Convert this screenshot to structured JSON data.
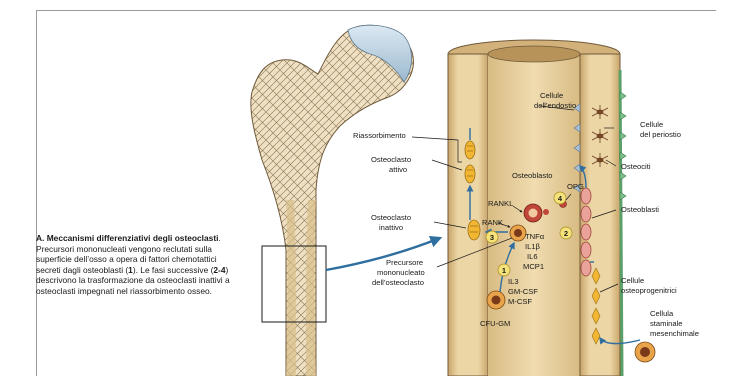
{
  "caption": {
    "heading": "A. Meccanismi differenziativi degli osteoclasti",
    "body_1": ". Precursori mononucleati vengono reclutati sulla superficie dell’osso a opera di fattori chemotattici secreti dagli osteoblasti (",
    "ref_1": "1",
    "body_2": "). Le fasi successive (",
    "ref_2": "2-4",
    "body_3": ") descrivono la trasformazione da osteoclasti inattivi a osteoclasti impegnati nel riassorbimento osseo."
  },
  "labels": {
    "riassorbimento": "Riassorbimento",
    "osteoclasto_attivo_1": "Osteoclasto",
    "osteoclasto_attivo_2": "attivo",
    "osteoclasto_inattivo_1": "Osteoclasto",
    "osteoclasto_inattivo_2": "inattivo",
    "precursore_1": "Precursore",
    "precursore_2": "mononucleato",
    "precursore_3": "dell’osteoclasto",
    "cfu_gm": "CFU-GM",
    "il3": "IL3",
    "gm_csf": "GM-CSF",
    "m_csf": "M-CSF",
    "rankl": "RANKL",
    "rank": "RANK",
    "osteoblasto": "Osteoblasto",
    "opg": "OPG",
    "tnf": "TNFα",
    "il1": "IL1β",
    "il6": "IL6",
    "mcp1": "MCP1",
    "endostio_1": "Cellule",
    "endostio_2": "dell’endostio",
    "periostio_1": "Cellule",
    "periostio_2": "del periostio",
    "osteociti": "Osteociti",
    "osteoblasti": "Osteoblasti",
    "osteoprog_1": "Cellule",
    "osteoprog_2": "osteoprogenitrici",
    "staminale_1": "Cellula",
    "staminale_2": "staminale",
    "staminale_3": "mesenchimale"
  },
  "steps": [
    "1",
    "2",
    "3",
    "4"
  ],
  "colors": {
    "bone_tan": "#e8cf9a",
    "bone_dark": "#c9a56a",
    "arrow_blue": "#2f6f9f",
    "step_yellow": "#f6e27a",
    "osteoclast": "#f2b632",
    "osteoblast_red": "#c0463a"
  }
}
